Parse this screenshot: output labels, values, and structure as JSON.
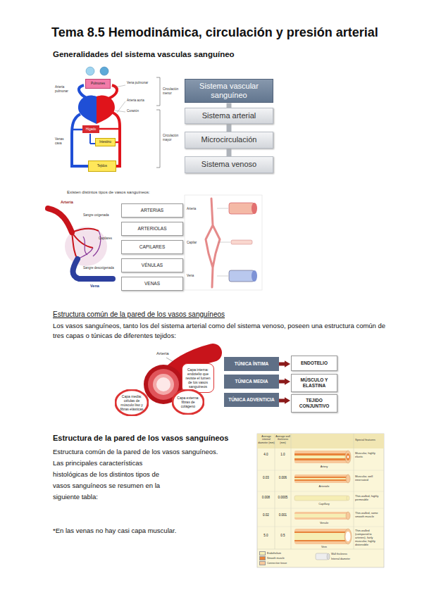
{
  "diagram": {
    "title": "Tema 8.5 Hemodinámica, circulación y presión arterial",
    "nodes": [
      {
        "text": [
          "Pulmones"
        ]
      },
      {
        "text": [
          "Hígado"
        ]
      },
      {
        "text": [
          "Intestino"
        ]
      },
      {
        "text": [
          "Tejidos"
        ]
      },
      {
        "text": [
          "Sistema vascular sanguíneo"
        ]
      },
      {
        "text": [
          "Sistema arterial"
        ]
      },
      {
        "text": [
          "Microcirculación"
        ]
      },
      {
        "text": [
          "Sistema venoso"
        ]
      },
      {
        "text": [
          "ARTERIAS"
        ]
      },
      {
        "text": [
          "ARTERIOLAS"
        ]
      },
      {
        "text": [
          "CAPILARES"
        ]
      },
      {
        "text": [
          "VÉNULAS"
        ]
      },
      {
        "text": [
          "VENAS"
        ]
      },
      {
        "text": [
          "Capa interna: endotelio que reviste el lumen de los vasos sanguíneos"
        ]
      },
      {
        "text": [
          "Capa media: células de músculo liso y fibras elásticas"
        ]
      },
      {
        "text": [
          "Capa externa: fibras de colágeno"
        ]
      },
      {
        "text": [
          "TÚNICA ÍNTIMA"
        ]
      },
      {
        "text": [
          "ENDOTELIO"
        ]
      },
      {
        "text": [
          "TÚNICA MEDIA"
        ]
      },
      {
        "text": [
          "MÚSCULO Y ELASTINA"
        ]
      },
      {
        "text": [
          "TÚNICA ADVENTICIA"
        ]
      },
      {
        "text": [
          "TEJIDO CONJUNTIVO"
        ]
      }
    ],
    "edges": [
      {
        "from": 4,
        "to": 5,
        "arrow": "none"
      },
      {
        "from": 5,
        "to": 6,
        "arrow": "none"
      },
      {
        "from": 6,
        "to": 7,
        "arrow": "none"
      },
      {
        "from": 16,
        "to": 17,
        "arrow": "to"
      },
      {
        "from": 18,
        "to": 19,
        "arrow": "to"
      },
      {
        "from": 20,
        "to": 21,
        "arrow": "to"
      }
    ],
    "labels": [
      "Generalidades del sistema vasculas sanguíneo",
      "Arteria pulmonar",
      "Venas cava",
      "Vena pulmonar",
      "Arteria aorta",
      "Corazón",
      "Circulación menor",
      "Circulación mayor",
      "Existen distintos tipos de vasos sanguíneos:",
      "Arteria",
      "Sangre oxigenada",
      "Capilares",
      "Sangre desoxigenada",
      "Vena",
      "Arteria",
      "Capilar",
      "Vena",
      "Estructura común de la pared de los vasos sanguíneos",
      "Los vasos sanguíneos, tanto los del sistema arterial como del sistema venoso, poseen una estructura común de tres capas o túnicas de diferentes tejidos:",
      "Arteria",
      "Estructura de la pared de los vasos sanguíneos",
      "Estructura común de la pared de los vasos sanguíneos.",
      "Las principales características histológicas de los distintos tipos de vasos sanguíneos se resumen en la siguiente tabla:",
      "*En las venas no hay casi capa muscular.",
      "Average internal diameter (mm)",
      "Average wall thickness (mm)",
      "Special features",
      "4.0",
      "1.0",
      "Muscular, highly elastic",
      "Artery",
      "0.03",
      "0.006",
      "Muscular, well innervated",
      "Arteriole",
      "0.008",
      "0.0005",
      "Thin-walled, highly permeable",
      "Capillary",
      "0.02",
      "0.001",
      "Thin-walled, some smooth muscle",
      "Venule",
      "5.0",
      "0.5",
      "Thin-walled (compared to arteries), fairly muscular, highly distensible",
      "Vein",
      "Wall thickness",
      "Internal diameter"
    ],
    "legend": [
      {
        "text": "Endothelium",
        "color": "#f6eeb4"
      },
      {
        "text": "Smooth muscle",
        "color": "#e8833a"
      },
      {
        "text": "Connective tissue",
        "color": "#f7c89a"
      }
    ]
  }
}
